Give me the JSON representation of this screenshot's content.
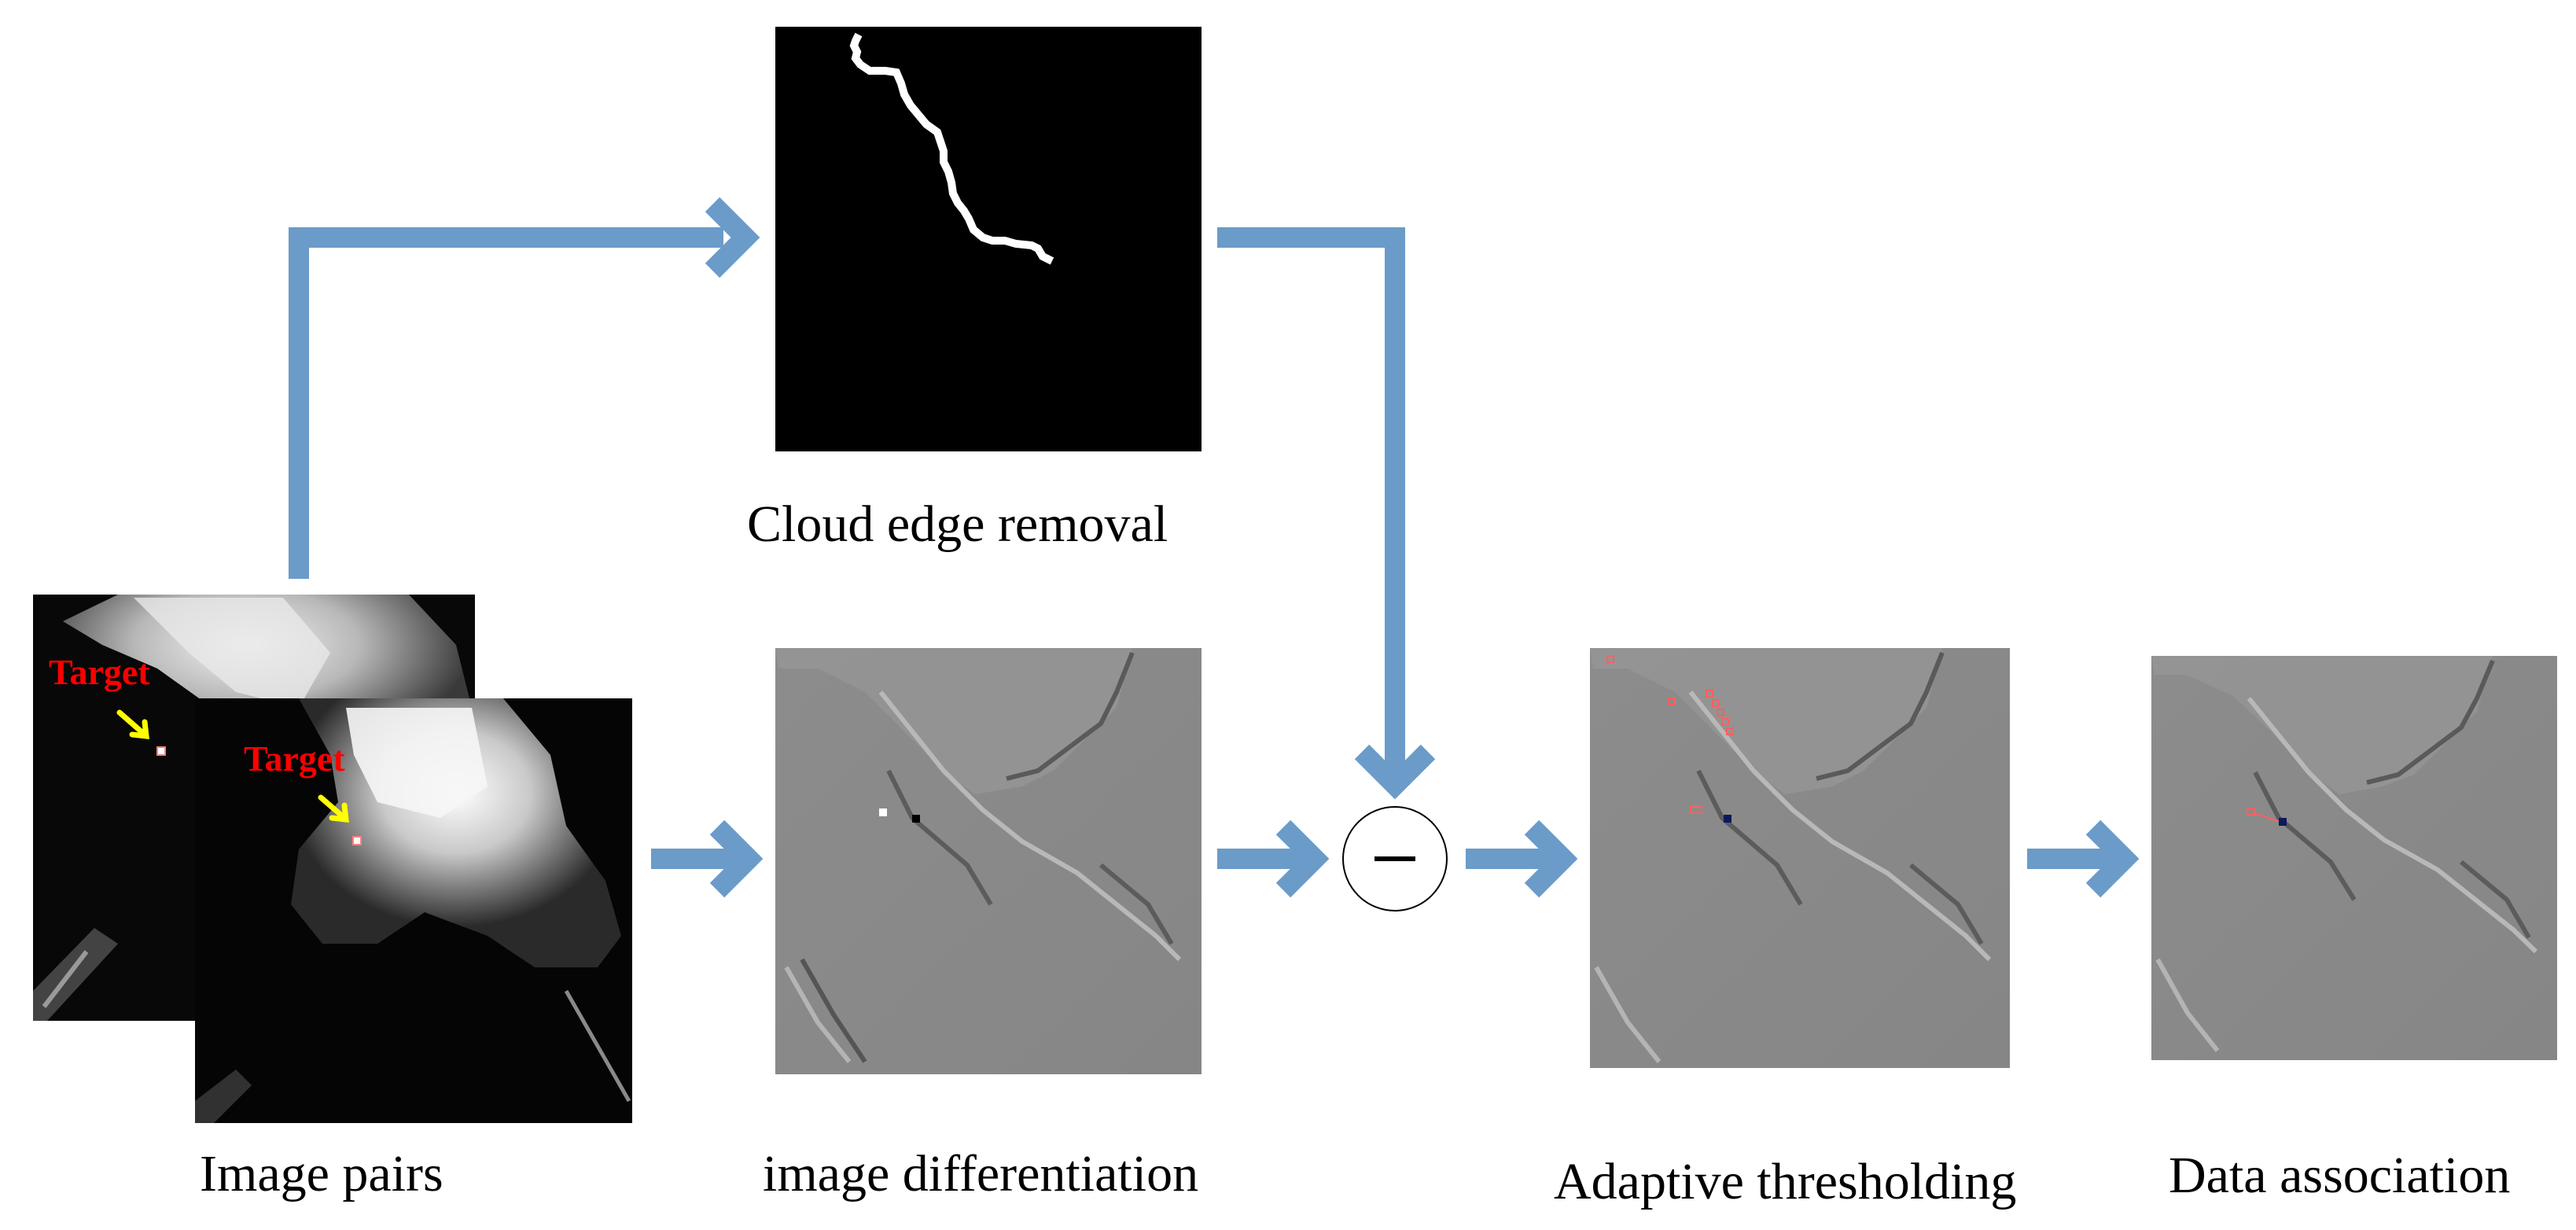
{
  "colors": {
    "arrow": "#6b9bc9",
    "target_text": "#ff0000",
    "target_arrow": "#ffff00",
    "background": "#ffffff"
  },
  "captions": {
    "image_pairs": "Image pairs",
    "cloud_edge_removal": "Cloud edge removal",
    "image_differentiation": "image differentiation",
    "adaptive_thresholding": "Adaptive thresholding",
    "data_association": "Data association"
  },
  "target_labels": {
    "back_image": "Target",
    "front_image": "Target"
  },
  "operator": {
    "symbol": "minus-icon"
  },
  "icons": [
    "arrow-right-icon",
    "arrow-down-icon",
    "minus-icon",
    "target-pointer-icon"
  ]
}
